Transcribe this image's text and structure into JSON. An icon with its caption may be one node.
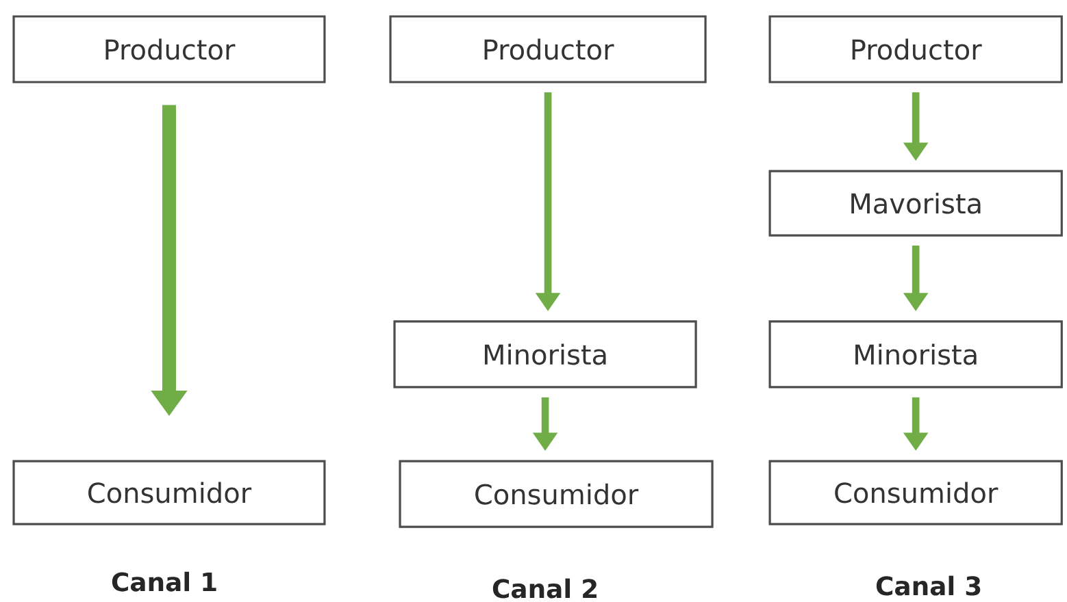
{
  "diagram": {
    "nodes": [
      {
        "text": [
          "Productor"
        ]
      },
      {
        "text": [
          "Consumidor"
        ]
      },
      {
        "text": [
          "Productor"
        ]
      },
      {
        "text": [
          "Minorista"
        ]
      },
      {
        "text": [
          "Consumidor"
        ]
      },
      {
        "text": [
          "Productor"
        ]
      },
      {
        "text": [
          "Mavorista"
        ]
      },
      {
        "text": [
          "Minorista"
        ]
      },
      {
        "text": [
          "Consumidor"
        ]
      }
    ],
    "edges": [
      {
        "from": 0,
        "to": 1,
        "arrow": "to",
        "style": "thick"
      },
      {
        "from": 2,
        "to": 3,
        "arrow": "to"
      },
      {
        "from": 3,
        "to": 4,
        "arrow": "to"
      },
      {
        "from": 5,
        "to": 6,
        "arrow": "to"
      },
      {
        "from": 6,
        "to": 7,
        "arrow": "to"
      },
      {
        "from": 7,
        "to": 8,
        "arrow": "to"
      }
    ],
    "labels": [
      "Canal 1",
      "Canal 2",
      "Canal 3"
    ]
  }
}
